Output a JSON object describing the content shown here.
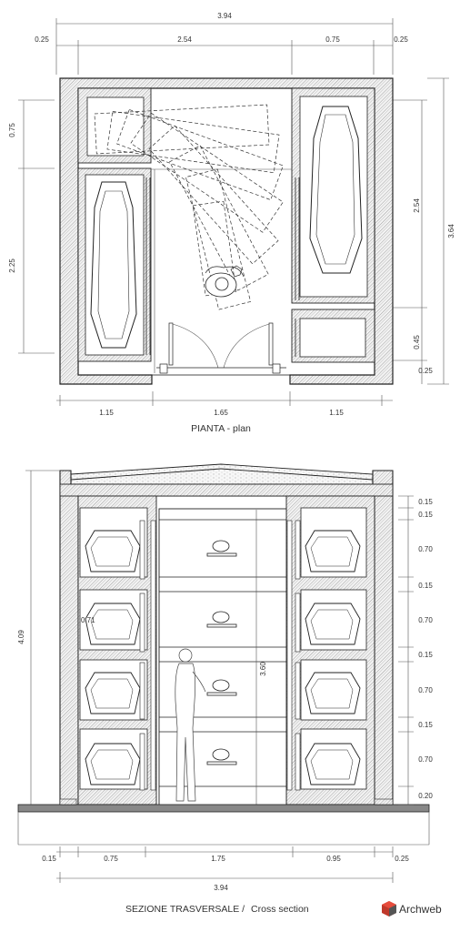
{
  "plan": {
    "title": "PIANTA - plan",
    "dims_top_total": "3.94",
    "dims_top": [
      "0.25",
      "2.54",
      "0.75",
      "0.25"
    ],
    "dims_left": [
      "0.75",
      "2.25"
    ],
    "dims_right": [
      "2.54",
      "3.64",
      "0.45",
      "0.25"
    ],
    "dims_bottom": [
      "1.15",
      "1.65",
      "1.15"
    ]
  },
  "section": {
    "title_it": "SEZIONE TRASVERSALE /",
    "title_en": "Cross section",
    "dims_right": [
      "0.15",
      "0.15",
      "0.70",
      "0.15",
      "0.70",
      "0.15",
      "0.70",
      "0.15",
      "0.70",
      "0.20"
    ],
    "dim_left_height": "4.09",
    "dim_inner_height": "3.60",
    "dim_small": "0.71",
    "dims_bottom": [
      "0.15",
      "0.75",
      "1.75",
      "0.95",
      "0.25"
    ],
    "dims_bottom_total": "3.94"
  },
  "brand": {
    "name": "Archweb",
    "colors": {
      "logo_red": "#c0392b",
      "logo_grey": "#555555"
    }
  }
}
